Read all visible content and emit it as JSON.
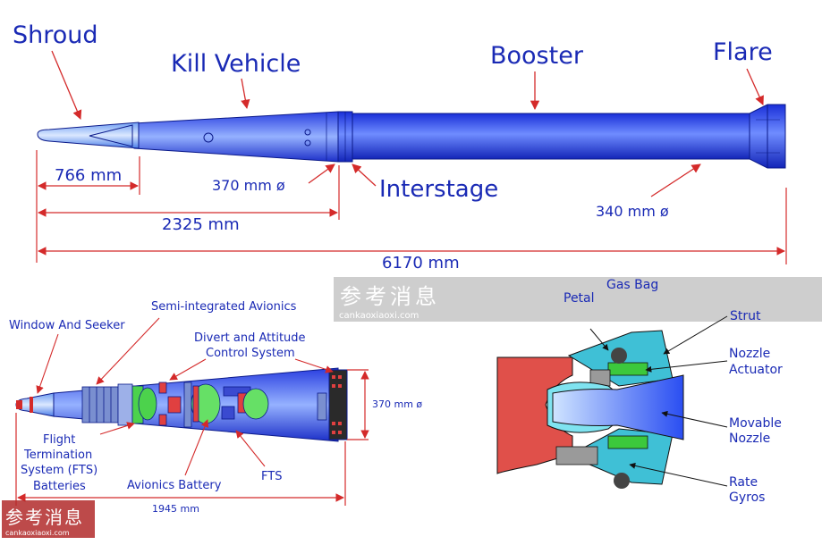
{
  "top": {
    "labels": {
      "shroud": "Shroud",
      "kill_vehicle": "Kill Vehicle",
      "booster": "Booster",
      "flare": "Flare",
      "interstage": "Interstage"
    },
    "dimensions": {
      "shroud_length": "766 mm",
      "kv_diameter": "370 mm ø",
      "kv_length": "2325 mm",
      "booster_diameter": "340 mm ø",
      "total_length": "6170 mm"
    }
  },
  "kill_vehicle_detail": {
    "labels": {
      "window_seeker": "Window And Seeker",
      "avionics": "Semi-integrated Avionics",
      "dacs_line1": "Divert and Attitude",
      "dacs_line2": "Control System",
      "fts_line1": "Flight",
      "fts_line2": "Termination",
      "fts_line3": "System (FTS)",
      "fts_line4": "Batteries",
      "avionics_battery": "Avionics Battery",
      "fts": "FTS"
    },
    "dimensions": {
      "diameter": "370 mm  ø",
      "length": "1945 mm"
    }
  },
  "nozzle_detail": {
    "labels": {
      "gas_bag": "Gas Bag",
      "petal": "Petal",
      "strut": "Strut",
      "nozzle_actuator_line1": "Nozzle",
      "nozzle_actuator_line2": "Actuator",
      "movable_nozzle_line1": "Movable",
      "movable_nozzle_line2": "Nozzle",
      "rate_gyros_line1": "Rate",
      "rate_gyros_line2": "Gyros"
    }
  },
  "watermark": {
    "chars": "参考消息",
    "url": "cankaoxiaoxi.com"
  },
  "colors": {
    "label": "#1a2ab5",
    "dimension_line": "#d42a2a",
    "body_blue": "#3b5ef5",
    "shroud_light": "#a9c6ff",
    "nozzle_red": "#e0504a",
    "nozzle_cyan": "#3fc0d6",
    "nozzle_green": "#3cc83c"
  }
}
